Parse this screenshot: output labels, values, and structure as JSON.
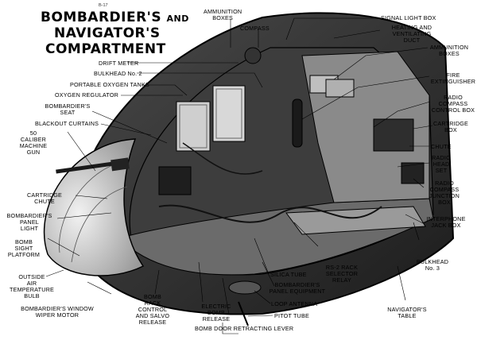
{
  "title": {
    "ref": "B-17",
    "line1_main": "BOMBARDIER'S",
    "line1_and": "AND",
    "line2": "NAVIGATOR'S",
    "line3": "COMPARTMENT"
  },
  "labels": {
    "ammunition_boxes_top": "AMMUNITION\nBOXES",
    "compass": "COMPASS",
    "signal_light_box": "SIGNAL LIGHT BOX",
    "heating_duct": "HEATING AND\nVENTILATING\nDUCT",
    "ammunition_boxes_right": "AMMUNITION\nBOXES",
    "fire_extinguisher": "FIRE\nEXTINGUISHER",
    "radio_compass_control": "RADIO\nCOMPASS\nCONTROL BOX",
    "cartridge_box": "CARTRIDGE\nBOX",
    "chute_right": "CHUTE",
    "radio_head_set": "RADIO\nHEAD\nSET",
    "radio_compass_junction": "RADIO\nCOMPASS\nJUNCTION\nBOX",
    "interphone_jack": "INTERPHONE\nJACK BOX",
    "bulkhead3": "BULKHEAD\nNo. 3",
    "navigators_table": "NAVIGATOR'S\nTABLE",
    "drift_meter": "DRIFT METER",
    "bulkhead2": "BULKHEAD No. 2",
    "oxygen_tanks": "PORTABLE OXYGEN TANKS",
    "oxygen_regulator": "OXYGEN REGULATOR",
    "bombardier_seat": "BOMBARDIER'S\nSEAT",
    "blackout_curtains": "BLACKOUT CURTAINS",
    "mg50": "50\nCALIBER\nMACHINE\nGUN",
    "cartridge_chute": "CARTRIDGE\nCHUTE",
    "panel_light": "BOMBARDIER'S\nPANEL\nLIGHT",
    "sight_platform": "BOMB\nSIGHT\nPLATFORM",
    "air_temp_bulb": "OUTSIDE\nAIR\nTEMPERATURE\nBULB",
    "wiper_motor": "BOMBARDIER'S WINDOW\nWIPER MOTOR",
    "bomb_rack_control": "BOMB\nRACK\nCONTROL\nAND SALVO\nRELEASE",
    "electric_release": "ELECTRIC\nBOMB\nRELEASE",
    "door_lever": "BOMB DOOR RETRACTING LEVER",
    "silica_tube": "SILICA TUBE",
    "panel_equipment": "BOMBARDIER'S\nPANEL EQUIPMENT",
    "loop_antenna": "LOOP ANTENNA",
    "pitot_tube": "PITOT TUBE",
    "rs2_relay": "RS-2 RACK\nSELECTOR\nRELAY"
  },
  "colors": {
    "ink": "#000000",
    "hull_dark": "#2b2b2b",
    "hull_mid": "#5a5a5a",
    "paper": "#ffffff"
  }
}
